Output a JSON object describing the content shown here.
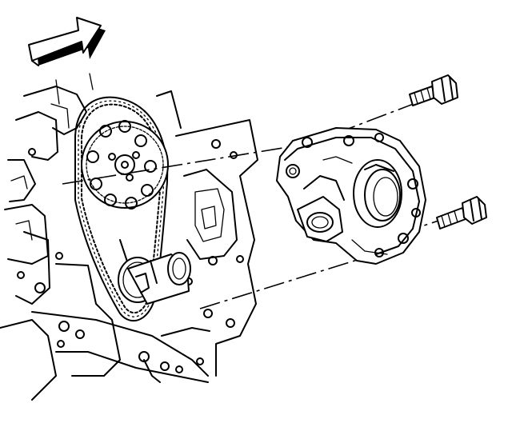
{
  "diagram": {
    "components": [
      {
        "id": "direction-arrow",
        "icon": "arrow-right-icon"
      },
      {
        "id": "camshaft-sprocket"
      },
      {
        "id": "timing-chain"
      },
      {
        "id": "crankshaft-sprocket"
      },
      {
        "id": "engine-block"
      },
      {
        "id": "oil-pump-assembly"
      },
      {
        "id": "upper-bolt"
      },
      {
        "id": "lower-bolt"
      }
    ],
    "colors": {
      "line": "#000000",
      "background": "#ffffff"
    }
  }
}
